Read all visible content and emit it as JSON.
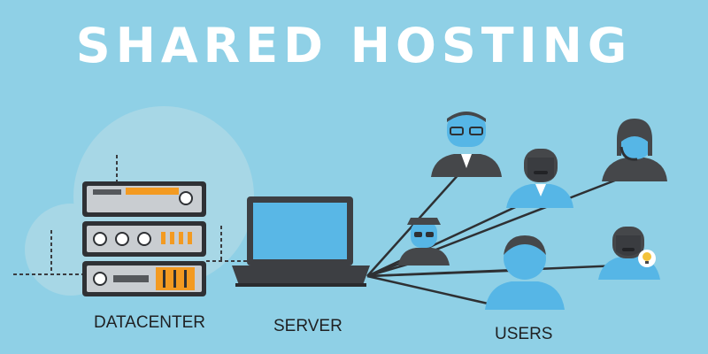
{
  "title": "SHARED HOSTING",
  "labels": {
    "datacenter": "DATACENTER",
    "server": "SERVER",
    "users": "USERS"
  },
  "colors": {
    "background": "#8fd0e6",
    "title": "#ffffff",
    "circle": "#a7d7e6",
    "server_rack": "#2f3135",
    "server_panel": "#c9cdd1",
    "accent_orange": "#f39a21",
    "laptop_screen": "#59b7e6",
    "laptop_body": "#3d3f43",
    "user_dark": "#45474a",
    "user_light": "#56b6e6",
    "lines": "#2e3033",
    "labels": "#1f2022"
  },
  "icons": [
    "server-rack-icon",
    "laptop-icon",
    "user-icon",
    "headset-icon",
    "lightbulb-icon"
  ]
}
